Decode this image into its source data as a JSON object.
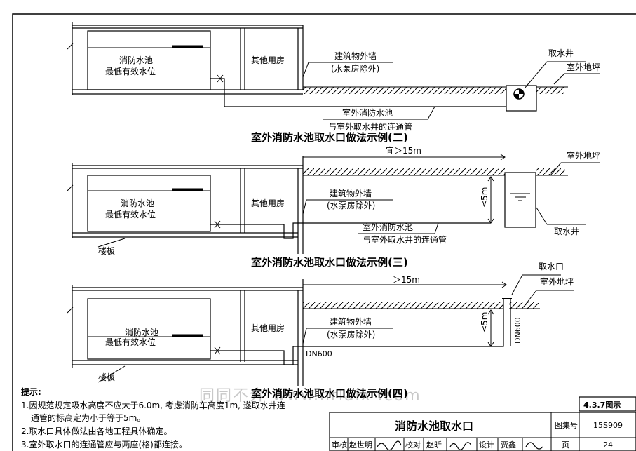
{
  "labels": {
    "fire_pool": "消防水池",
    "min_level": "最低有效水位",
    "other_room": "其他用房",
    "wall_line1": "建筑物外墙",
    "wall_line2": "(水泵房除外)",
    "well": "取水井",
    "ground": "室外地坪",
    "pipe_line1": "室外消防水池",
    "pipe_line2": "与室外取水井的连通管",
    "floor": "楼板",
    "intake": "取水口",
    "dn600": "DN600",
    "dist_ge15": "宜＞15m",
    "dist_gt15": "＞15m",
    "depth5": "≤5m"
  },
  "titles": {
    "ex2": "室外消防水池取水口做法示例(二)",
    "ex3": "室外消防水池取水口做法示例(三)",
    "ex4": "室外消防水池取水口做法示例(四)"
  },
  "notes": {
    "heading": "提示:",
    "n1a": "1.因规范规定吸水高度不应大于6.0m, 考虑消防车高度1m, 遂取水井连",
    "n1b": "通管的标高定为小于等于5m。",
    "n2": "2.取水口具体做法由各地工程具体确定。",
    "n3": "3.室外取水口的连通管应与两座(格)都连接。"
  },
  "titleblock": {
    "section": "4.3.7图示",
    "drawing_title": "消防水池取水口",
    "atlas_label": "图集号",
    "atlas_no": "15S909",
    "review": "审核",
    "reviewer": "赵世明",
    "check": "校对",
    "checker": "赵昕",
    "design": "设计",
    "designer": "贾鑫",
    "page_label": "页",
    "page_no": "24"
  },
  "watermark": "同同不介 www.nrlaix .com"
}
